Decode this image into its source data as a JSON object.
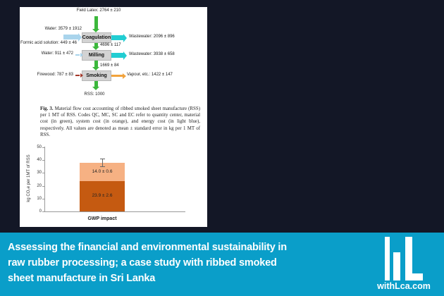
{
  "colors": {
    "page_bg": "#131726",
    "banner_bg": "#0a9ec9",
    "flow_green": "#3cb83c",
    "flow_cyan": "#22cdd2",
    "flow_lightblue": "#a9d4ec",
    "flow_orange": "#f2a33c",
    "flow_red": "#a6382a",
    "bar_dark": "#c55a11",
    "bar_light": "#f6b183"
  },
  "figure": {
    "flow": {
      "top_input": "Field Latex: 2764 ± 210",
      "boxes": [
        "Coagulation",
        "Milling",
        "Smoking"
      ],
      "inputs": [
        "Water: 3579 ± 1912",
        "Formic acid solution: 449 ± 46",
        "Water: 911 ± 472",
        "Firewood: 787 ± 83"
      ],
      "outputs": [
        "Wastewater: 2096 ± 896",
        "Wastewater: 3938 ± 658",
        "Vapour, etc.: 1422 ± 147"
      ],
      "interflows": [
        "4696 ± 117",
        "1669 ± 84"
      ],
      "final_output": "RSS: 1000"
    },
    "caption": {
      "label": "Fig. 3.",
      "text": "Material flow cost accounting of ribbed smoked sheet manufacture (RSS) per 1 MT of RSS. Codes QC, MC, SC and EC refer to quantity center, material cost (in green), system cost (in orange), and energy cost (in light blue), respectively. All values are denoted as mean ± standard error in kg per 1 MT of RSS."
    }
  },
  "chart_data": {
    "type": "bar",
    "stacked": true,
    "categories": [
      "GWP impact"
    ],
    "series": [
      {
        "name": "lower segment",
        "values": [
          23.9
        ],
        "label": "23.9 ± 2.6",
        "color": "#c55a11"
      },
      {
        "name": "upper segment",
        "values": [
          14.0
        ],
        "label": "14.0 ± 0.6",
        "color": "#f6b183"
      }
    ],
    "total_mean": 37.9,
    "error_bar": 2.6,
    "xlabel": "GWP impact",
    "ylabel": "kg CO₂e per 1MT of RSS",
    "ylim": [
      0,
      50
    ],
    "yticks": [
      0,
      10,
      20,
      30,
      40,
      50
    ],
    "grid": false,
    "legend": "none"
  },
  "banner": {
    "lines": [
      "Assessing the financial and environmental sustainability in",
      "raw rubber processing; a case study with ribbed smoked",
      "sheet manufacture in Sri Lanka"
    ],
    "logo_text": "withLca.com"
  }
}
